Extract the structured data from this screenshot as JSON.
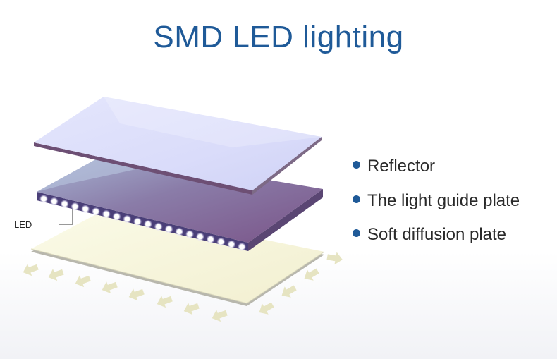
{
  "title": "SMD LED lighting",
  "led_label": "LED",
  "legend": [
    {
      "label": "Reflector"
    },
    {
      "label": "The light guide plate"
    },
    {
      "label": "Soft diffusion plate"
    }
  ],
  "colors": {
    "title": "#1f5a98",
    "bullet": "#1f5a98",
    "reflector": "#dde0fb",
    "light_guide_plate": "#7a5f90",
    "diffusion_plate": "#f6f4d8",
    "arrows": "#e6e4c2"
  }
}
